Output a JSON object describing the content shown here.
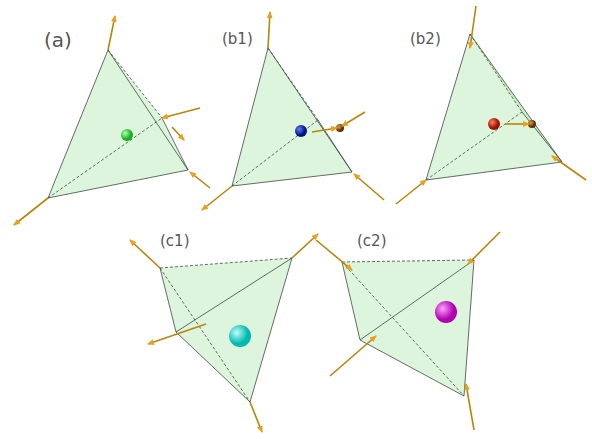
{
  "diagram": {
    "labels": [
      "(a)",
      "(b1)",
      "(b2)",
      "(c1)",
      "(c2)"
    ]
  }
}
